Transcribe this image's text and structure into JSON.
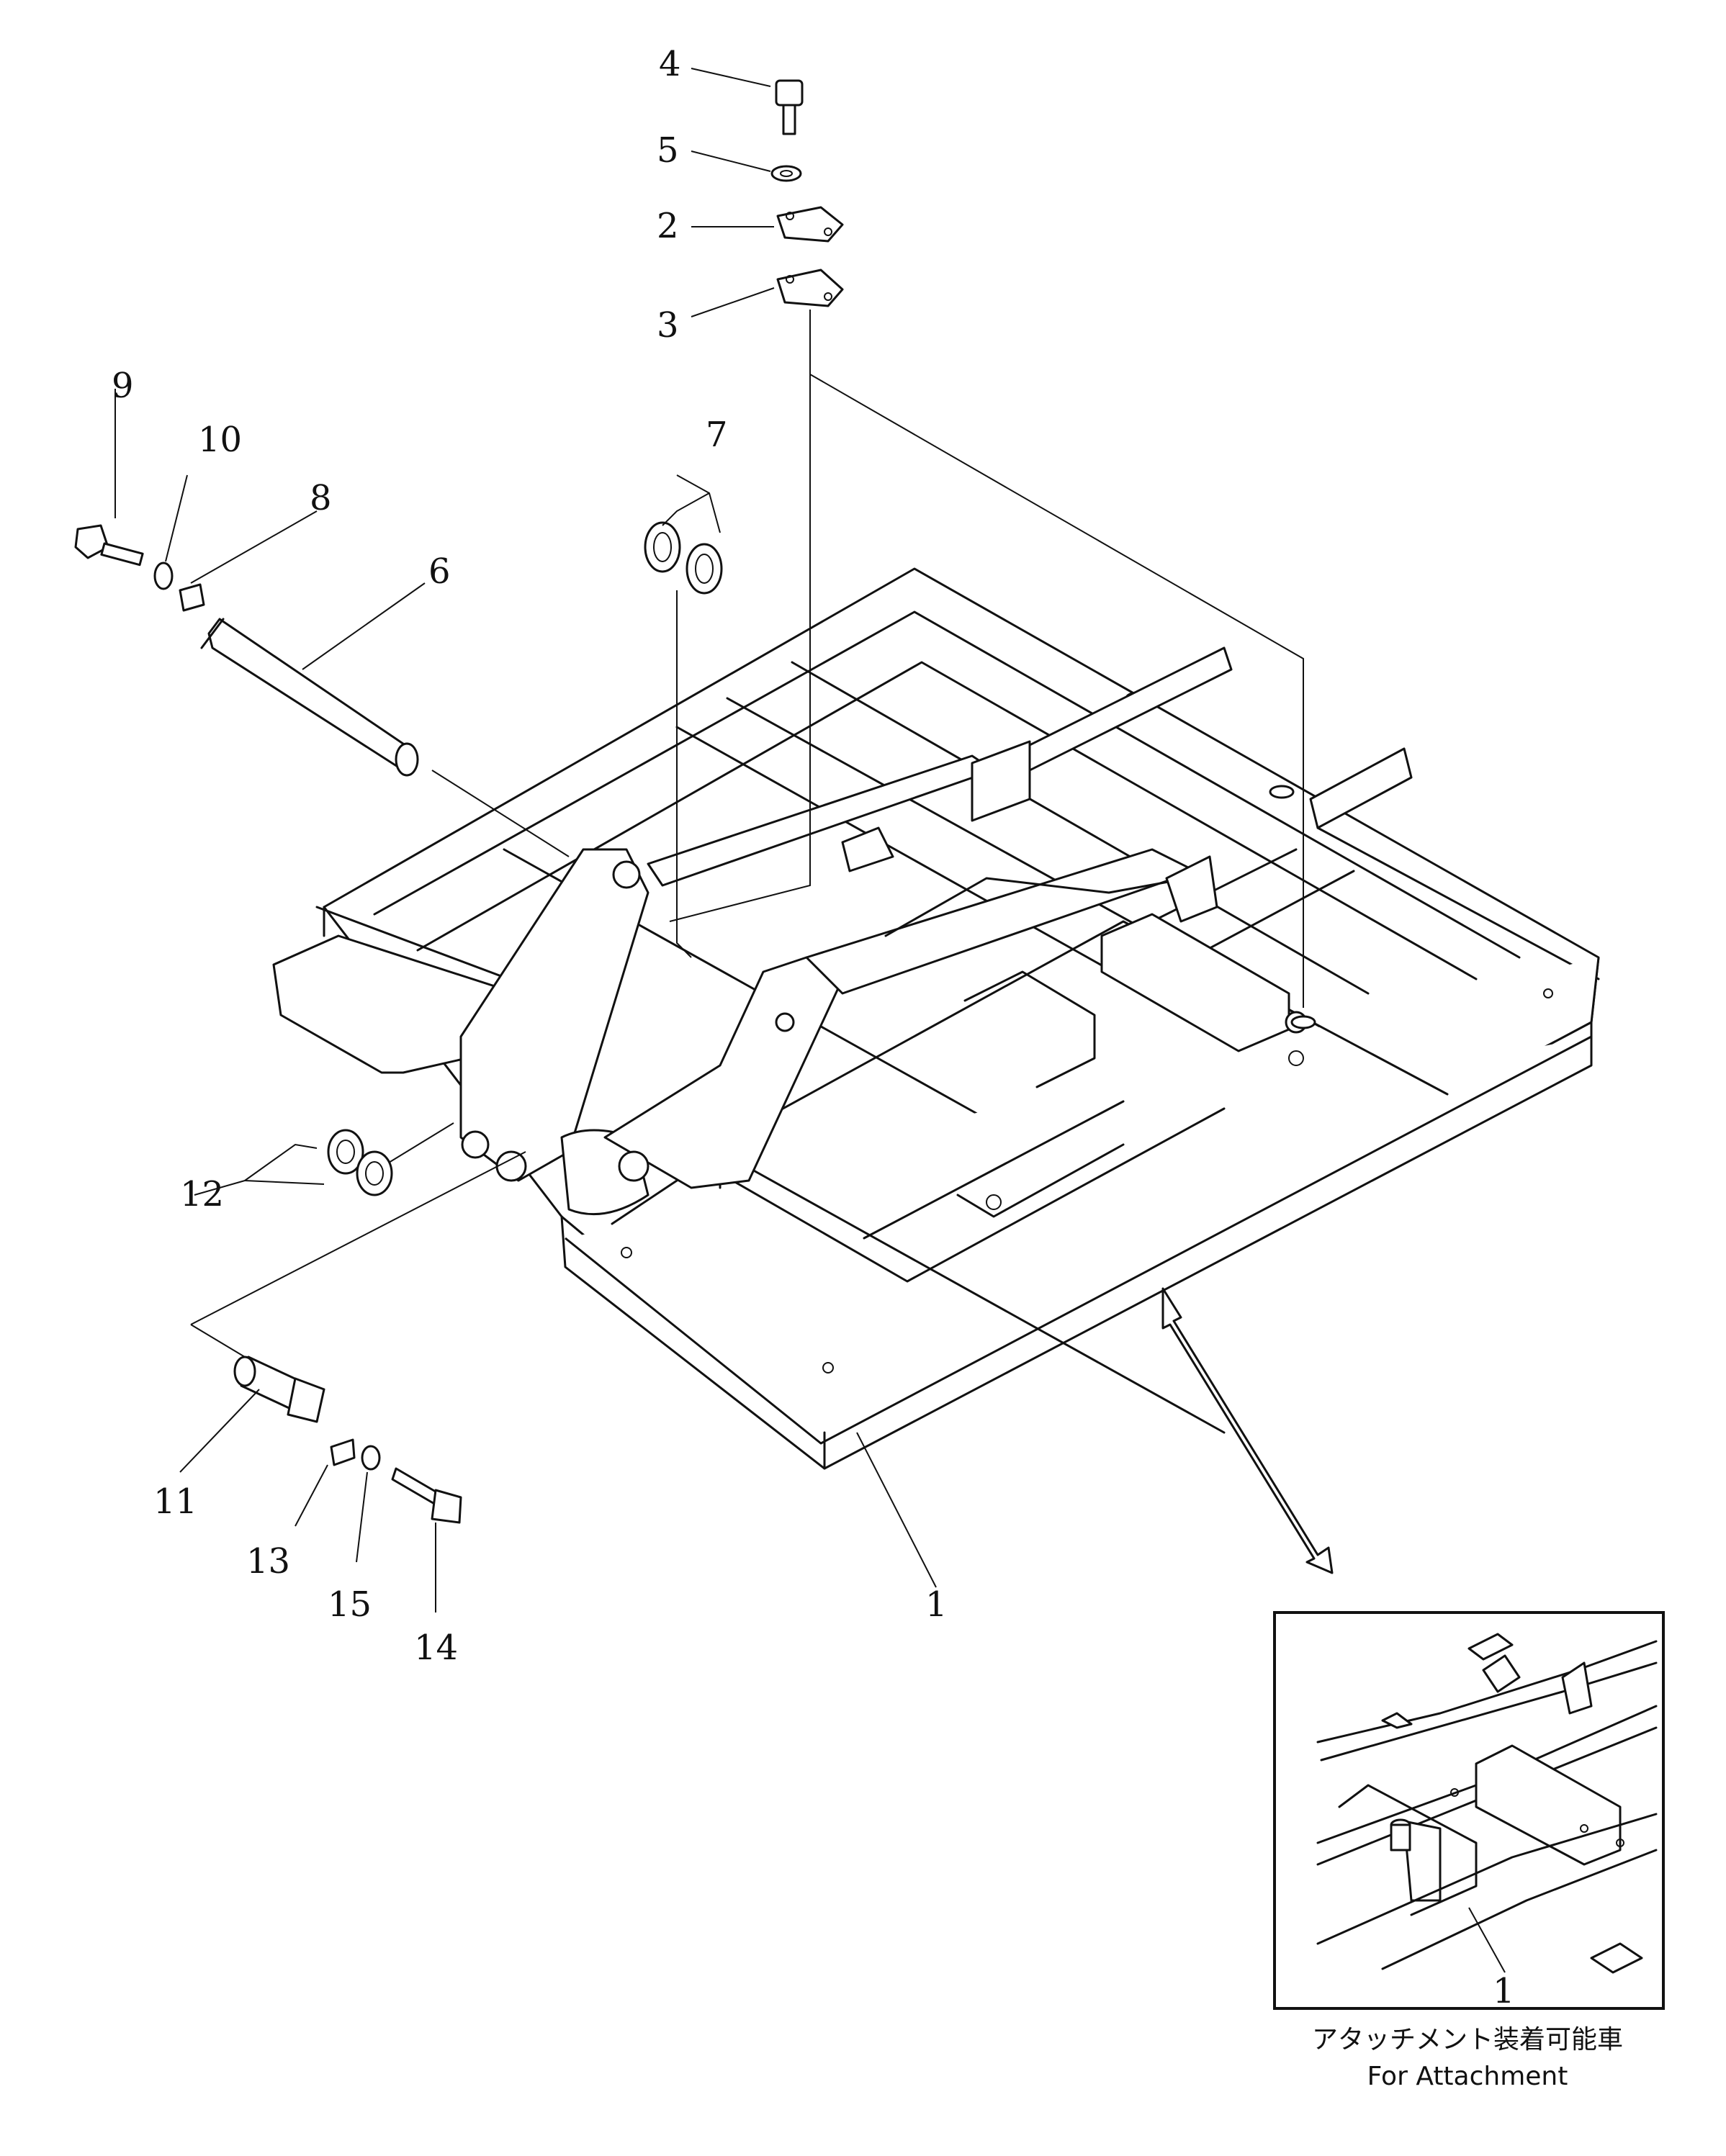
{
  "callouts": {
    "c1": "1",
    "c2": "2",
    "c3": "3",
    "c4": "4",
    "c5": "5",
    "c6": "6",
    "c7": "7",
    "c8": "8",
    "c9": "9",
    "c10": "10",
    "c11": "11",
    "c12": "12",
    "c13": "13",
    "c14": "14",
    "c15": "15"
  },
  "inset": {
    "callout": "1",
    "caption_jp": "アタッチメント装着可能車",
    "caption_en": "For Attachment"
  }
}
